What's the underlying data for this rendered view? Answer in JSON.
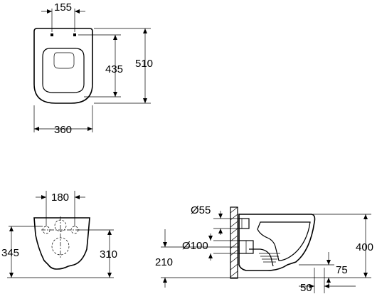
{
  "top_view": {
    "width_mm": "360",
    "depth_mm": "510",
    "seat_depth_mm": "435",
    "fixing_spacing_mm": "155"
  },
  "rear_view": {
    "bolt_spacing_mm": "180",
    "height_left_mm": "345",
    "height_right_mm": "310"
  },
  "side_view": {
    "inlet_diameter": "Ø55",
    "outlet_diameter": "Ø100",
    "outlet_height_mm": "210",
    "overall_height_mm": "400",
    "floor_clearance_mm": "75",
    "wall_offset_mm": "50"
  }
}
